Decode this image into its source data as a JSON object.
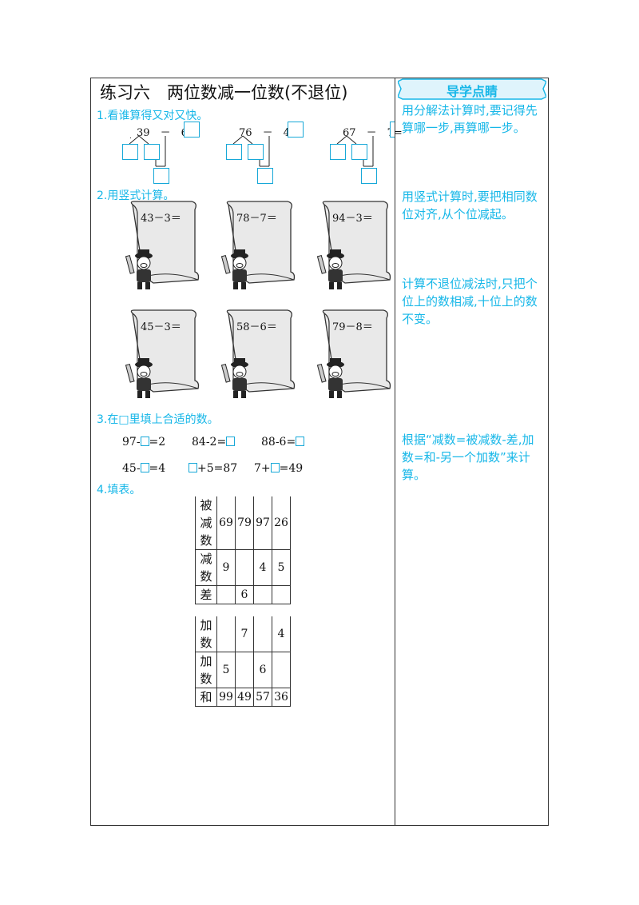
{
  "title": "练习六　两位数减一位数(不退位)",
  "sidebar_header": "导学点睛",
  "tips": [
    "用分解法计算时,要记得先算哪一步,再算哪一步。",
    "用竖式计算时,要把相同数位对齐,从个位减起。",
    "计算不退位减法时,只把个位上的数相减,十位上的数不变。",
    "根据“减数=被减数-差,加数=和-另一个加数”来计算。"
  ],
  "sections": {
    "s1": "1.看谁算得又对又快。",
    "s2": "2.用竖式计算。",
    "s3": "3.在□里填上合适的数。",
    "s4": "4.填表。"
  },
  "q1": [
    {
      "a": "39",
      "op": "－",
      "b": "6",
      "eq": "="
    },
    {
      "a": "76",
      "op": "－",
      "b": "4",
      "eq": "="
    },
    {
      "a": "67",
      "op": "－",
      "b": "7",
      "eq": "="
    }
  ],
  "q2": [
    "43－3＝",
    "78－7＝",
    "94－3＝",
    "45－3＝",
    "58－6＝",
    "79－8＝"
  ],
  "q3": {
    "row1": [
      {
        "pre": "97-",
        "post": "=2"
      },
      {
        "pre": "84-2=",
        "post": ""
      },
      {
        "pre": "88-6=",
        "post": ""
      }
    ],
    "row2": [
      {
        "pre": "45-",
        "post": "=4"
      },
      {
        "pre": "",
        "post": "+5=87"
      },
      {
        "pre": "7+",
        "post": "=49"
      }
    ]
  },
  "table1": {
    "labels": [
      [
        "被",
        "减",
        "数"
      ],
      [
        "减",
        "数"
      ],
      [
        "差"
      ]
    ],
    "rows": [
      [
        "69",
        "79",
        "97",
        "26"
      ],
      [
        "9",
        "",
        "4",
        "5"
      ],
      [
        "",
        "6",
        "",
        ""
      ]
    ]
  },
  "table2": {
    "labels": [
      [
        "加",
        "数"
      ],
      [
        "加",
        "数"
      ],
      [
        "和"
      ]
    ],
    "rows": [
      [
        "",
        "7",
        "",
        "4"
      ],
      [
        "5",
        "",
        "6",
        ""
      ],
      [
        "99",
        "49",
        "57",
        "36"
      ]
    ]
  }
}
